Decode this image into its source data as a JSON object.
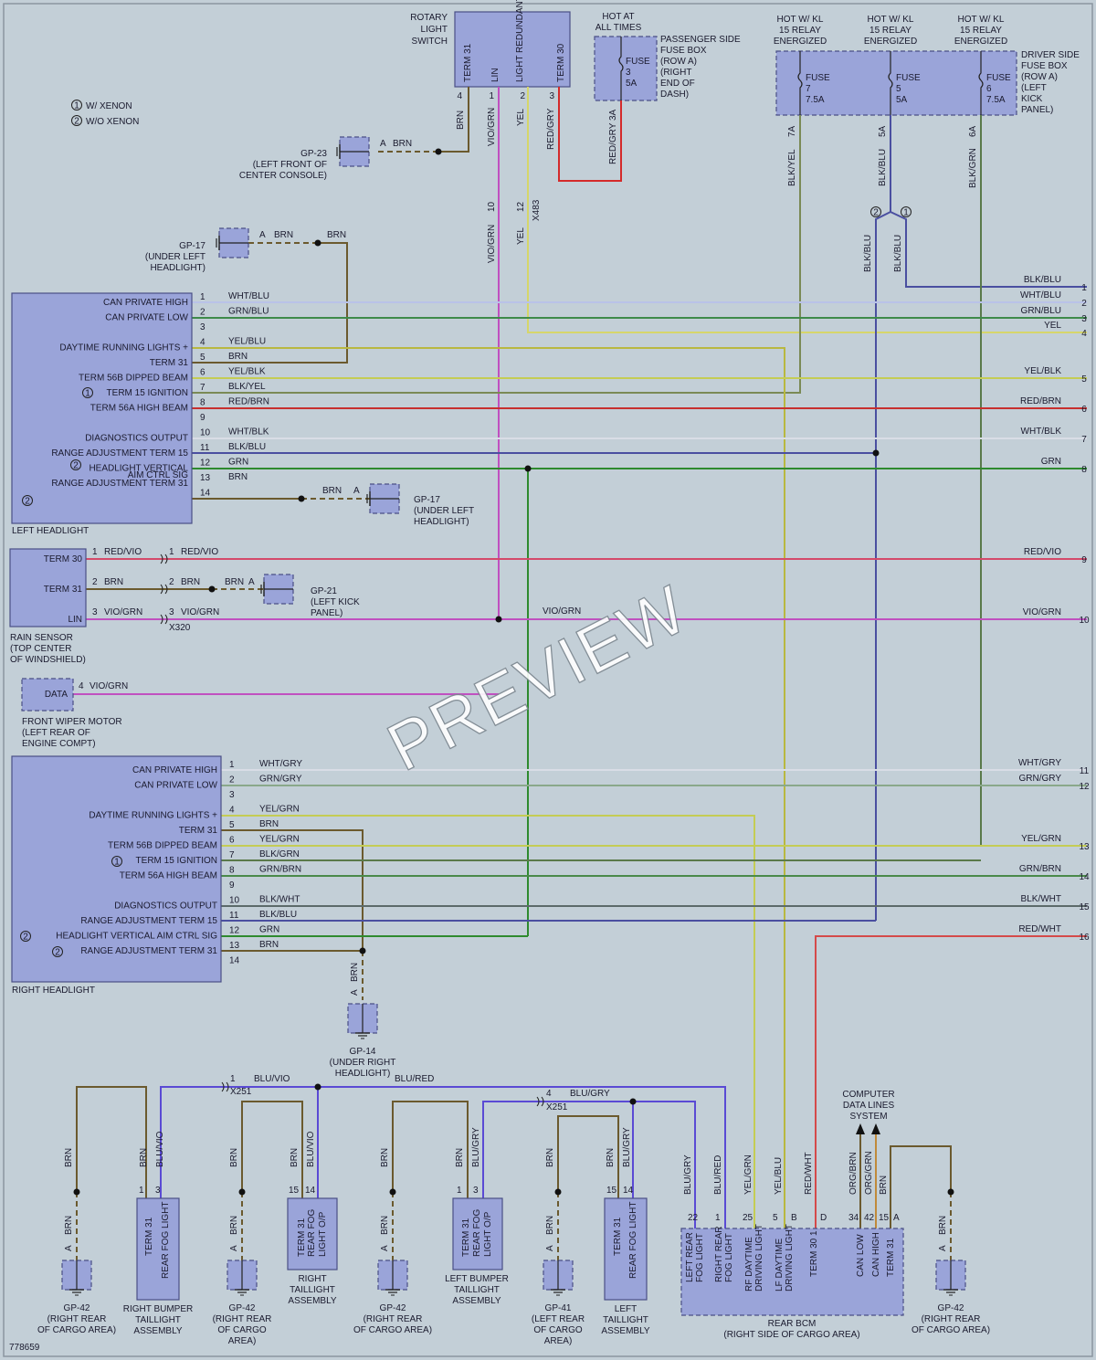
{
  "diagram_id": "778659",
  "watermark": "PREVIEW",
  "legend": {
    "w_xenon": "W/ XENON",
    "wo_xenon": "W/O XENON",
    "m1": "1",
    "m2": "2"
  },
  "rotary": {
    "label": [
      "ROTARY",
      "LIGHT",
      "SWITCH"
    ],
    "pins": [
      "TERM 31",
      "LIN",
      "LIGHT REDUNDANT",
      "TERM 30"
    ],
    "pin_nums": [
      "4",
      "1",
      "2",
      "3"
    ]
  },
  "hot_at_all_times": [
    "HOT AT",
    "ALL TIMES"
  ],
  "pass_fuse": {
    "fuse": [
      "FUSE",
      "3",
      "5A"
    ],
    "label": [
      "PASSENGER SIDE",
      "FUSE BOX",
      "(ROW A)",
      "(RIGHT",
      "END OF",
      "DASH)"
    ]
  },
  "hot_kl": [
    "HOT W/ KL",
    "15 RELAY",
    "ENERGIZED"
  ],
  "driver_fuse": {
    "fuses": [
      [
        "FUSE",
        "7",
        "7.5A"
      ],
      [
        "FUSE",
        "5",
        "5A"
      ],
      [
        "FUSE",
        "6",
        "7.5A"
      ]
    ],
    "label": [
      "DRIVER SIDE",
      "FUSE BOX",
      "(ROW A)",
      "(LEFT",
      "KICK",
      "PANEL)"
    ]
  },
  "top_wires": {
    "brn": "BRN",
    "vio_grn": "VIO/GRN",
    "yel": "YEL",
    "red_gry": "RED/GRY",
    "red_gry_3a": "RED/GRY 3A",
    "blk_yel": "BLK/YEL",
    "blk_blu": "BLK/BLU",
    "blk_grn": "BLK/GRN",
    "f7a": "7A",
    "f5a": "5A",
    "f6a": "6A",
    "c10": "10",
    "c12": "12",
    "x483": "X483",
    "a": "A"
  },
  "gp23": [
    "GP-23",
    "(LEFT FRONT OF",
    "CENTER CONSOLE)"
  ],
  "gp17": [
    "GP-17",
    "(UNDER LEFT",
    "HEADLIGHT)"
  ],
  "gp21": [
    "GP-21",
    "(LEFT KICK",
    "PANEL)"
  ],
  "gp14": [
    "GP-14",
    "(UNDER RIGHT",
    "HEADLIGHT)"
  ],
  "gp42": [
    "GP-42",
    "(RIGHT REAR",
    "OF CARGO AREA)"
  ],
  "gp41": [
    "GP-41",
    "(LEFT REAR",
    "OF CARGO",
    "AREA)"
  ],
  "left_headlight": {
    "title": "LEFT HEADLIGHT",
    "pins": [
      "CAN PRIVATE HIGH",
      "CAN PRIVATE LOW",
      "",
      "DAYTIME RUNNING LIGHTS +",
      "TERM 31",
      "TERM 56B DIPPED BEAM",
      "TERM 15 IGNITION",
      "TERM 56A HIGH BEAM",
      "",
      "DIAGNOSTICS OUTPUT",
      "RANGE ADJUSTMENT TERM 15",
      "HEADLIGHT VERTICAL",
      "RANGE ADJUSTMENT TERM 31",
      ""
    ],
    "pin12b": "AIM CTRL SIG",
    "wires": [
      "WHT/BLU",
      "GRN/BLU",
      "",
      "YEL/BLU",
      "BRN",
      "YEL/BLK",
      "BLK/YEL",
      "RED/BRN",
      "",
      "WHT/BLK",
      "BLK/BLU",
      "GRN",
      "BRN",
      ""
    ]
  },
  "rain_sensor": {
    "title": [
      "RAIN SENSOR",
      "(TOP CENTER",
      "OF WINDSHIELD)"
    ],
    "pins": [
      "TERM 30",
      "TERM 31",
      "LIN"
    ],
    "wires": [
      "RED/VIO",
      "BRN",
      "VIO/GRN"
    ],
    "x320": "X320"
  },
  "wiper": {
    "pin": "DATA",
    "pin_num": "4",
    "wire": "VIO/GRN",
    "title": [
      "FRONT WIPER MOTOR",
      "(LEFT REAR OF",
      "ENGINE COMPT)"
    ]
  },
  "right_headlight": {
    "title": "RIGHT HEADLIGHT",
    "pins": [
      "CAN PRIVATE HIGH",
      "CAN PRIVATE LOW",
      "",
      "DAYTIME RUNNING LIGHTS +",
      "TERM 31",
      "TERM 56B DIPPED BEAM",
      "TERM 15 IGNITION",
      "TERM 56A HIGH BEAM",
      "",
      "DIAGNOSTICS OUTPUT",
      "RANGE ADJUSTMENT TERM 15",
      "HEADLIGHT VERTICAL AIM CTRL SIG",
      "RANGE ADJUSTMENT TERM 31",
      ""
    ],
    "wires": [
      "WHT/GRY",
      "GRN/GRY",
      "",
      "YEL/GRN",
      "BRN",
      "YEL/GRN",
      "BLK/GRN",
      "GRN/BRN",
      "",
      "BLK/WHT",
      "BLK/BLU",
      "GRN",
      "BRN",
      ""
    ]
  },
  "right_wires": [
    {
      "num": "1",
      "label": "BLK/BLU"
    },
    {
      "num": "2",
      "label": "WHT/BLU"
    },
    {
      "num": "3",
      "label": "GRN/BLU"
    },
    {
      "num": "4",
      "label": "YEL"
    },
    {
      "num": "5",
      "label": "YEL/BLK"
    },
    {
      "num": "6",
      "label": "RED/BRN"
    },
    {
      "num": "7",
      "label": "WHT/BLK"
    },
    {
      "num": "8",
      "label": "GRN"
    },
    {
      "num": "9",
      "label": "RED/VIO"
    },
    {
      "num": "10",
      "label": "VIO/GRN"
    },
    {
      "num": "11",
      "label": "WHT/GRY"
    },
    {
      "num": "12",
      "label": "GRN/GRY"
    },
    {
      "num": "13",
      "label": "YEL/GRN"
    },
    {
      "num": "14",
      "label": "GRN/BRN"
    },
    {
      "num": "15",
      "label": "BLK/WHT"
    },
    {
      "num": "16",
      "label": "RED/WHT"
    }
  ],
  "bottom": {
    "blu_vio": "BLU/VIO",
    "blu_red": "BLU/RED",
    "blu_gry": "BLU/GRY",
    "brn": "BRN",
    "x251": "X251",
    "n1": "1",
    "n3": "3",
    "n4": "4",
    "n15": "15",
    "n14": "14",
    "a": "A",
    "yel_grn": "YEL/GRN",
    "yel_blu": "YEL/BLU",
    "red_wht": "RED/WHT",
    "org_brn": "ORG/BRN",
    "org_grn": "ORG/GRN"
  },
  "rbt": {
    "pins": [
      "TERM 31",
      "REAR FOG LIGHT"
    ],
    "title": [
      "RIGHT BUMPER",
      "TAILLIGHT",
      "ASSEMBLY"
    ]
  },
  "rta": {
    "pins": [
      "TERM 31",
      "REAR FOG LIGHT O/P"
    ],
    "title": [
      "RIGHT",
      "TAILLIGHT",
      "ASSEMBLY"
    ]
  },
  "lbt": {
    "pins": [
      "TERM 31",
      "REAR FOG LIGHT O/P"
    ],
    "title": [
      "LEFT BUMPER",
      "TAILLIGHT",
      "ASSEMBLY"
    ]
  },
  "lta": {
    "pins": [
      "TERM 31",
      "REAR FOG LIGHT"
    ],
    "title": [
      "LEFT",
      "TAILLIGHT",
      "ASSEMBLY"
    ]
  },
  "bcm": {
    "pins": [
      "LEFT REAR FOG LIGHT",
      "RIGHT REAR FOG LIGHT",
      "RF DAYTIME DRIVING LIGHT",
      "LF DAYTIME DRIVING LIGHT",
      "TERM 30 1",
      "CAN LOW",
      "CAN HIGH",
      "TERM 31"
    ],
    "pin_nums": [
      "22",
      "1",
      "25",
      "5",
      "B",
      "D",
      "34",
      "42",
      "15",
      "A"
    ],
    "title": [
      "REAR BCM",
      "(RIGHT SIDE OF CARGO AREA)"
    ]
  },
  "cds": [
    "COMPUTER",
    "DATA LINES",
    "SYSTEM"
  ]
}
